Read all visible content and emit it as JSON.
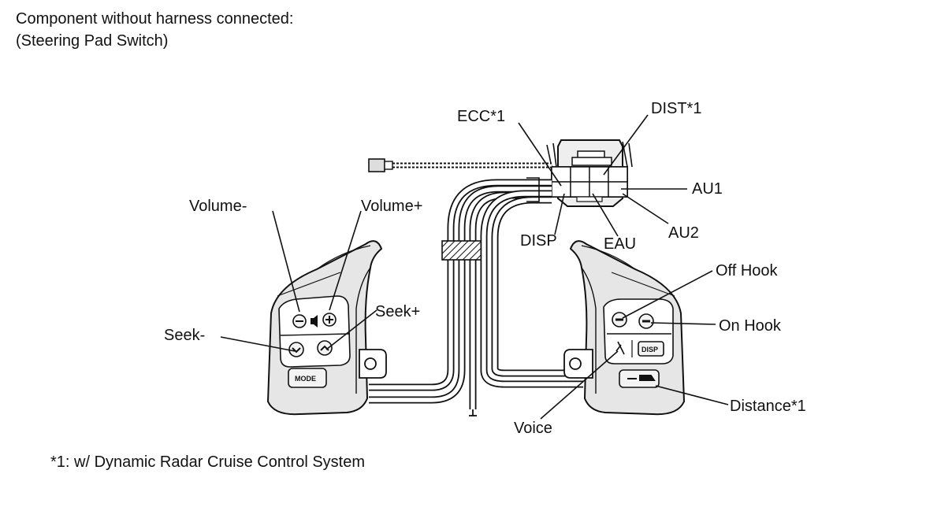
{
  "header": {
    "line1": "Component without harness connected:",
    "line2": "(Steering Pad Switch)"
  },
  "labels": {
    "ecc": "ECC*1",
    "dist": "DIST*1",
    "au1": "AU1",
    "au2": "AU2",
    "disp": "DISP",
    "eau": "EAU",
    "volume_minus": "Volume-",
    "volume_plus": "Volume+",
    "seek_plus": "Seek+",
    "seek_minus": "Seek-",
    "off_hook": "Off Hook",
    "on_hook": "On Hook",
    "distance": "Distance*1",
    "voice": "Voice"
  },
  "button_text": {
    "mode": "MODE",
    "disp": "DISP"
  },
  "footnote": "*1: w/ Dynamic Radar Cruise Control System"
}
